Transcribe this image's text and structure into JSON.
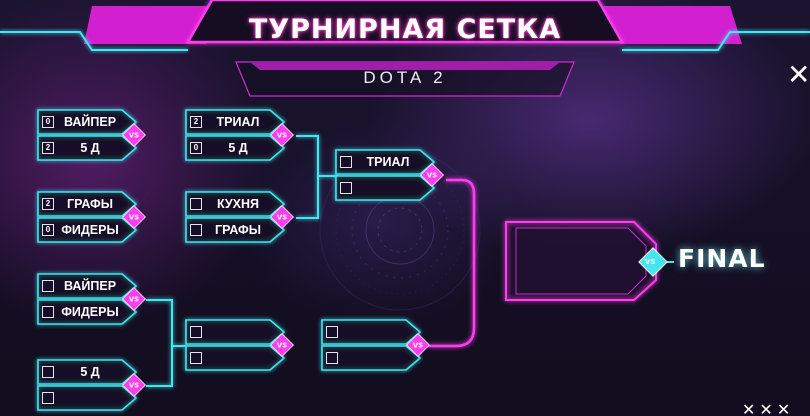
{
  "header": {
    "title": "ТУРНИРНАЯ СЕТКА",
    "subtitle": "DOTA 2"
  },
  "final_label": "FINAL",
  "vs_label": "VS",
  "round1": [
    {
      "top": {
        "score": "0",
        "name": "ВАЙПЕР"
      },
      "bottom": {
        "score": "2",
        "name": "5 Д"
      }
    },
    {
      "top": {
        "score": "2",
        "name": "ГРАФЫ"
      },
      "bottom": {
        "score": "0",
        "name": "ФИДЕРЫ"
      }
    },
    {
      "top": {
        "score": "",
        "name": "ВАЙПЕР"
      },
      "bottom": {
        "score": "",
        "name": "ФИДЕРЫ"
      }
    },
    {
      "top": {
        "score": "",
        "name": "5 Д"
      },
      "bottom": {
        "score": "",
        "name": ""
      }
    }
  ],
  "round2": [
    {
      "top": {
        "score": "2",
        "name": "ТРИАЛ"
      },
      "bottom": {
        "score": "0",
        "name": "5 Д"
      }
    },
    {
      "top": {
        "score": "",
        "name": "КУХНЯ"
      },
      "bottom": {
        "score": "",
        "name": "ГРАФЫ"
      }
    },
    {
      "top": {
        "score": "",
        "name": ""
      },
      "bottom": {
        "score": "",
        "name": ""
      }
    }
  ],
  "round3": [
    {
      "top": {
        "score": "",
        "name": "ТРИАЛ"
      },
      "bottom": {
        "score": "",
        "name": ""
      }
    },
    {
      "top": {
        "score": "",
        "name": ""
      },
      "bottom": {
        "score": "",
        "name": ""
      }
    }
  ],
  "icons": {
    "close": "close-icon",
    "check": "checkbox-icon"
  },
  "colors": {
    "cyan": "#43e6f0",
    "magenta": "#ff3df0",
    "background": "#14101f"
  }
}
